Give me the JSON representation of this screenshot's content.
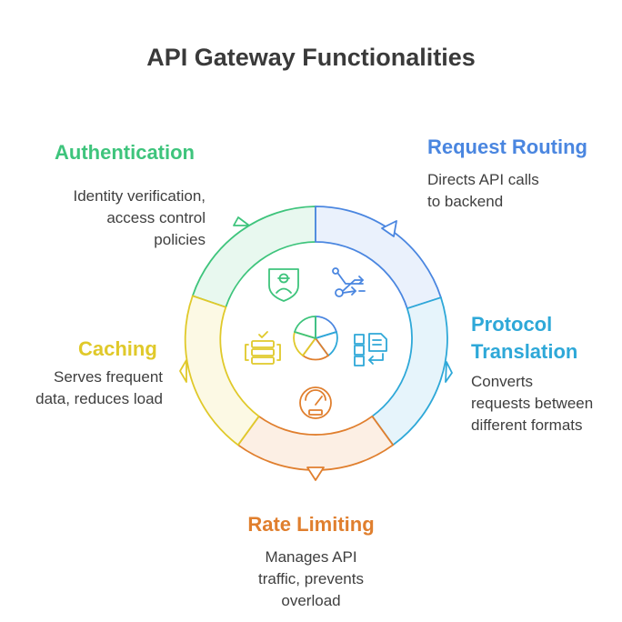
{
  "title": "API Gateway Functionalities",
  "colors": {
    "authentication": "#3ec47c",
    "request_routing": "#4a86e0",
    "protocol_translation": "#2ea8d8",
    "rate_limiting": "#e07f2e",
    "caching": "#e0c92a"
  },
  "segments": {
    "authentication": {
      "label": "Authentication",
      "lines": [
        "Identity verification,",
        "access control",
        "policies"
      ],
      "icon": "shield-user-icon"
    },
    "request_routing": {
      "label": "Request Routing",
      "lines": [
        "Directs API calls",
        "to backend"
      ],
      "icon": "routing-arrows-icon"
    },
    "protocol_translation": {
      "label_lines": [
        "Protocol",
        "Translation"
      ],
      "lines": [
        "Converts",
        "requests between",
        "different formats"
      ],
      "icon": "document-convert-icon"
    },
    "rate_limiting": {
      "label": "Rate Limiting",
      "lines": [
        "Manages API",
        "traffic, prevents",
        "overload"
      ],
      "icon": "speedometer-icon"
    },
    "caching": {
      "label": "Caching",
      "lines": [
        "Serves frequent",
        "data, reduces load"
      ],
      "icon": "server-stack-icon"
    }
  },
  "center_icon": "pie-chart-icon"
}
